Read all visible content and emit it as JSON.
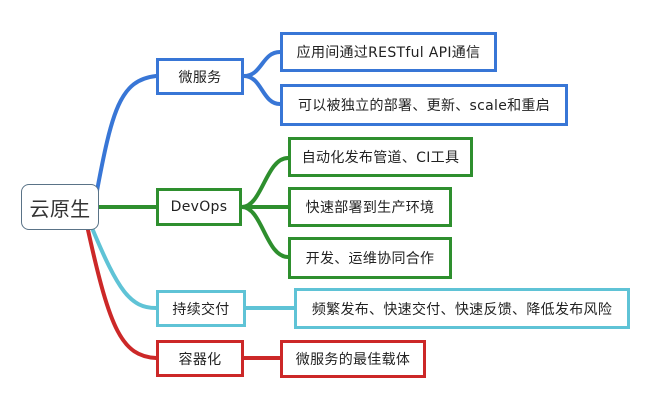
{
  "colors": {
    "microservices": "#3876d6",
    "devops": "#2e8f2e",
    "continuous_delivery": "#5fc3d6",
    "containerization": "#cc2828"
  },
  "root": {
    "label": "云原生"
  },
  "branches": [
    {
      "id": "microservices",
      "label": "微服务",
      "children": [
        "应用间通过RESTful API通信",
        "可以被独立的部署、更新、scale和重启"
      ]
    },
    {
      "id": "devops",
      "label": "DevOps",
      "children": [
        "自动化发布管道、CI工具",
        "快速部署到生产环境",
        "开发、运维协同合作"
      ]
    },
    {
      "id": "continuous_delivery",
      "label": "持续交付",
      "children": [
        "频繁发布、快速交付、快速反馈、降低发布风险"
      ]
    },
    {
      "id": "containerization",
      "label": "容器化",
      "children": [
        "微服务的最佳载体"
      ]
    }
  ]
}
